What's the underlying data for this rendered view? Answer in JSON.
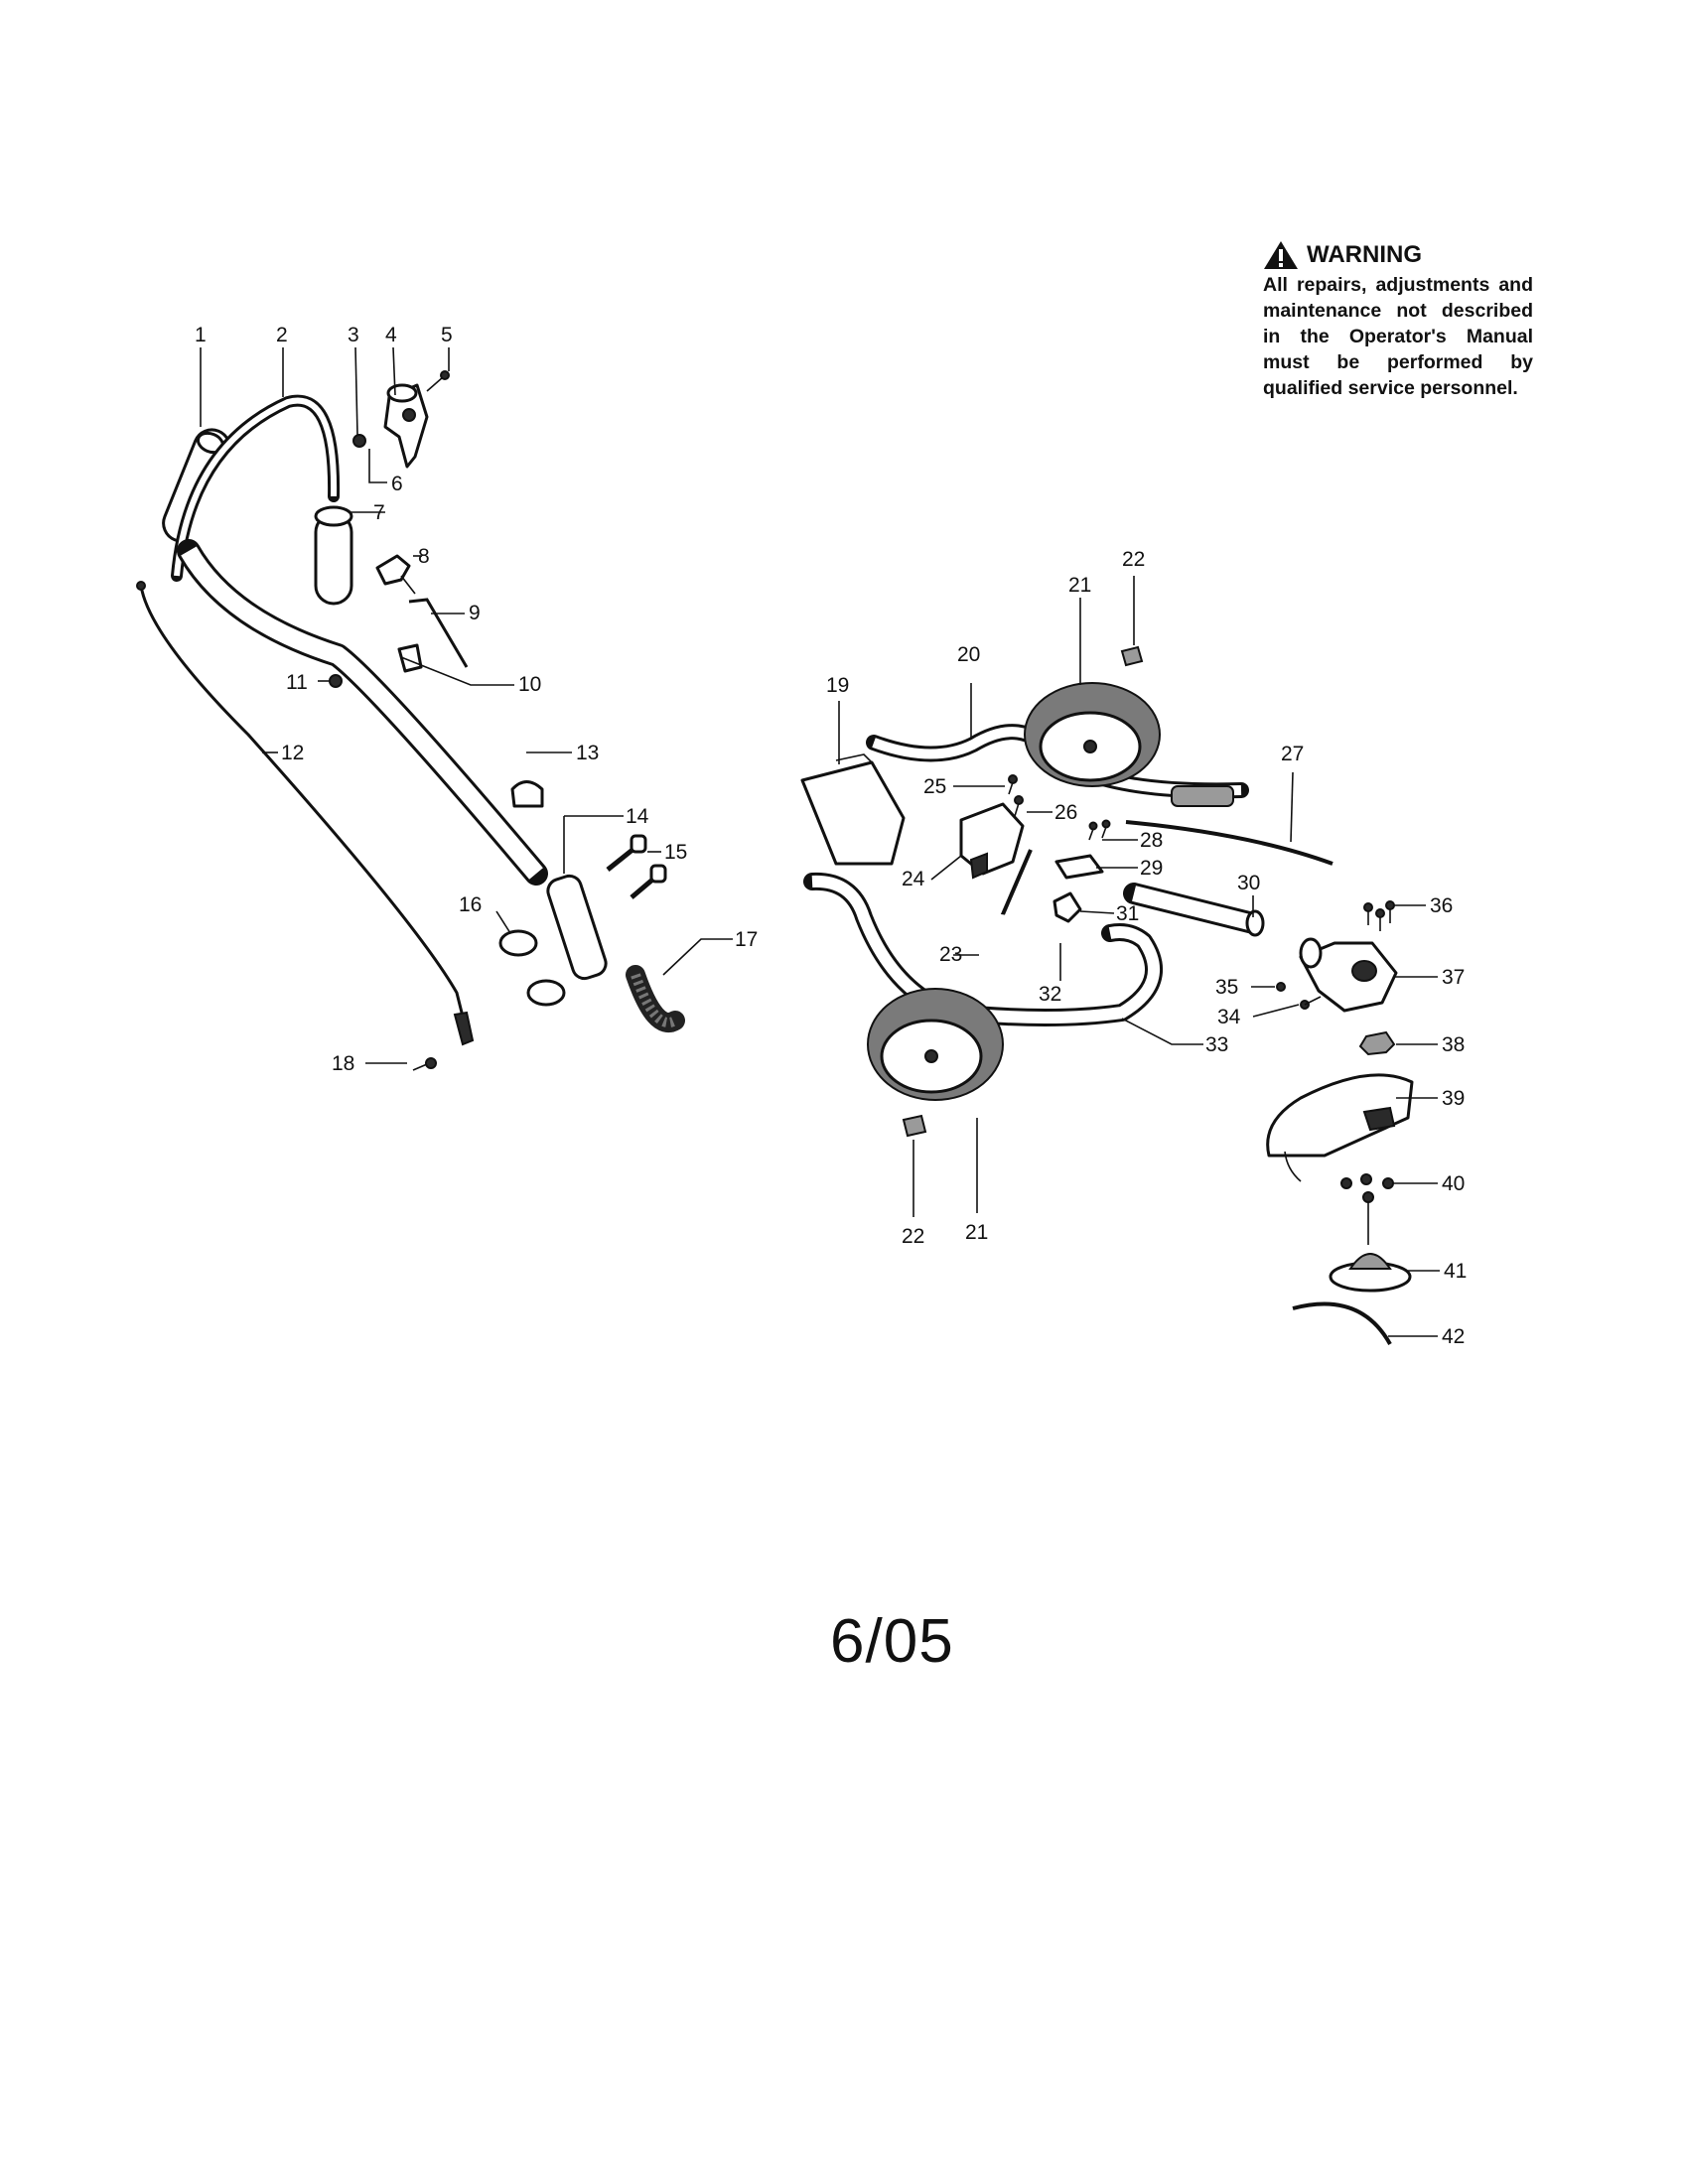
{
  "warning": {
    "icon": "warning-triangle-icon",
    "title": "WARNING",
    "text": "All repairs, adjustments and maintenance not described in the Operator's Manual must be performed by qualified service personnel."
  },
  "callouts": {
    "c1": "1",
    "c2": "2",
    "c3": "3",
    "c4": "4",
    "c5": "5",
    "c6": "6",
    "c7": "7",
    "c8": "8",
    "c9": "9",
    "c10": "10",
    "c11": "11",
    "c12": "12",
    "c13": "13",
    "c14": "14",
    "c15": "15",
    "c16": "16",
    "c17": "17",
    "c18": "18",
    "c19": "19",
    "c20": "20",
    "c21a": "21",
    "c21b": "21",
    "c22a": "22",
    "c22b": "22",
    "c23": "23",
    "c24": "24",
    "c25": "25",
    "c26": "26",
    "c27": "27",
    "c28": "28",
    "c29": "29",
    "c30": "30",
    "c31": "31",
    "c32": "32",
    "c33": "33",
    "c34": "34",
    "c35": "35",
    "c36": "36",
    "c37": "37",
    "c38": "38",
    "c39": "39",
    "c40": "40",
    "c41": "41",
    "c42": "42"
  },
  "page_date": "6/05"
}
